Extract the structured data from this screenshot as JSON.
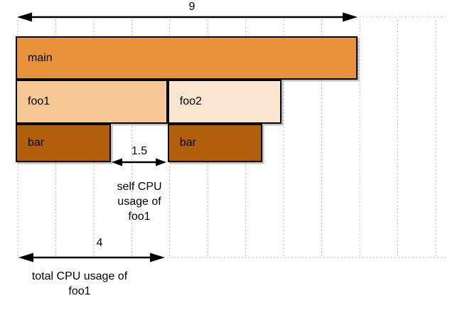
{
  "diagram": {
    "background": "#ffffff",
    "grid": {
      "columns": 11,
      "color": "#b5b5b5"
    },
    "frame_border_color": "#000000",
    "frames": [
      {
        "id": "main",
        "label": "main",
        "depth": 0,
        "start": 0,
        "end": 9,
        "fill": "#e8923c"
      },
      {
        "id": "foo1",
        "label": "foo1",
        "depth": 1,
        "start": 0,
        "end": 4,
        "fill": "#f6c896"
      },
      {
        "id": "foo2",
        "label": "foo2",
        "depth": 1,
        "start": 4,
        "end": 7,
        "fill": "#fae6d0"
      },
      {
        "id": "bar-under-foo1",
        "label": "bar",
        "depth": 2,
        "start": 0,
        "end": 2.5,
        "fill": "#b15e0d"
      },
      {
        "id": "bar-under-foo2",
        "label": "bar",
        "depth": 2,
        "start": 4,
        "end": 6.5,
        "fill": "#b15e0d"
      }
    ],
    "annotations": {
      "program_total": {
        "value": "9"
      },
      "self_foo1": {
        "value": "1.5",
        "caption_lines": [
          "self CPU",
          "usage of",
          "foo1"
        ]
      },
      "total_foo1": {
        "value": "4",
        "caption_lines": [
          "total CPU usage of",
          "foo1"
        ]
      }
    }
  }
}
